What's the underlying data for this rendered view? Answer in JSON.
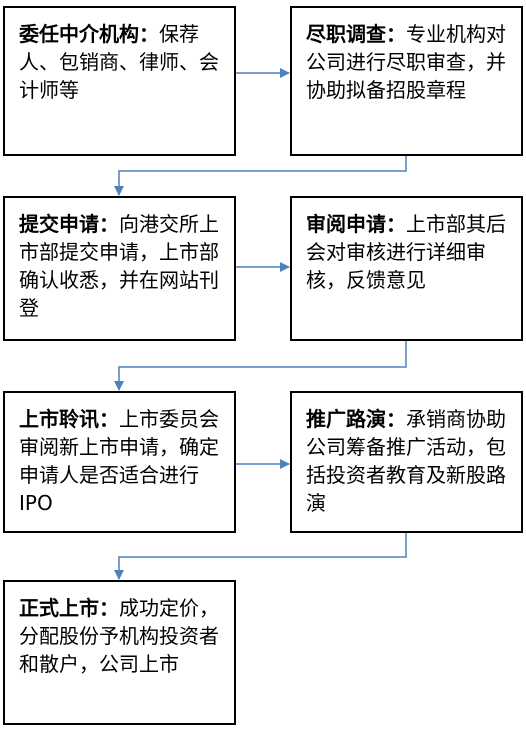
{
  "steps": [
    {
      "title": "委任中介机构：",
      "text": "保荐人、包销商、律师、会计师等"
    },
    {
      "title": "尽职调查：",
      "text": "专业机构对公司进行尽职审查，并协助拟备招股章程"
    },
    {
      "title": "提交申请：",
      "text": "向港交所上市部提交申请，上市部确认收悉，并在网站刊登"
    },
    {
      "title": "审阅申请：",
      "text": "上市部其后会对审核进行详细审核，反馈意见"
    },
    {
      "title": "上市聆讯：",
      "text": "上市委员会审阅新上市申请，确定申请人是否适合进行IPO"
    },
    {
      "title": "推广路演：",
      "text": "承销商协助公司筹备推广活动，包括投资者教育及新股路演"
    },
    {
      "title": "正式上市：",
      "text": "成功定价，分配股份予机构投资者和散户，公司上市"
    }
  ],
  "colors": {
    "arrow": "#4f81bd",
    "border": "#000000",
    "background": "#ffffff"
  }
}
